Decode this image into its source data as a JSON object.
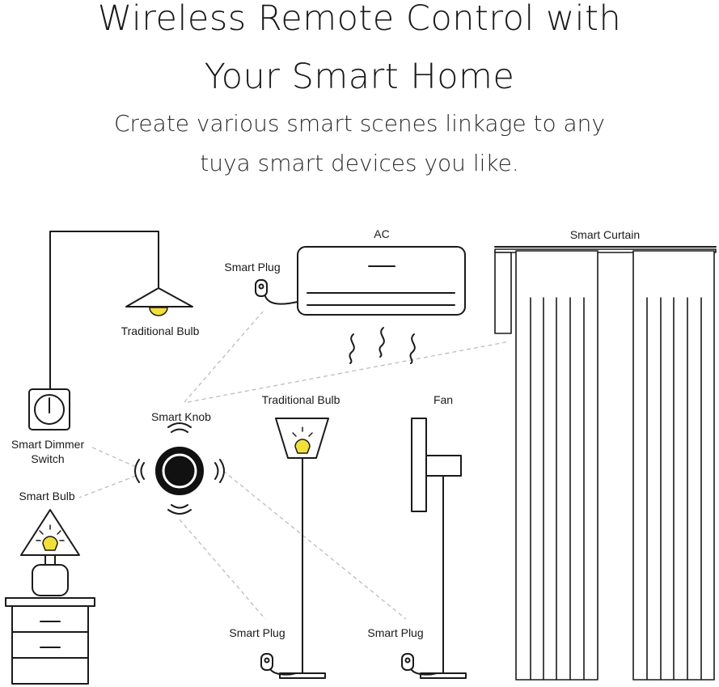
{
  "header": {
    "title_line1": "Wireless Remote Control with",
    "title_line2": "Your Smart Home",
    "subtitle_line1": "Create various smart scenes linkage to any",
    "subtitle_line2": "tuya smart devices you like."
  },
  "labels": {
    "ac": "AC",
    "smart_curtain": "Smart Curtain",
    "smart_plug_ac": "Smart Plug",
    "traditional_bulb_pendant": "Traditional Bulb",
    "smart_knob": "Smart Knob",
    "smart_dimmer_switch_line1": "Smart Dimmer",
    "smart_dimmer_switch_line2": "Switch",
    "smart_bulb": "Smart Bulb",
    "traditional_bulb_floor": "Traditional Bulb",
    "fan": "Fan",
    "smart_plug_lamp": "Smart Plug",
    "smart_plug_fan": "Smart Plug"
  },
  "colors": {
    "line": "#1a1a1a",
    "dashed": "#bdbdbd",
    "bulb": "#f3df3a"
  }
}
